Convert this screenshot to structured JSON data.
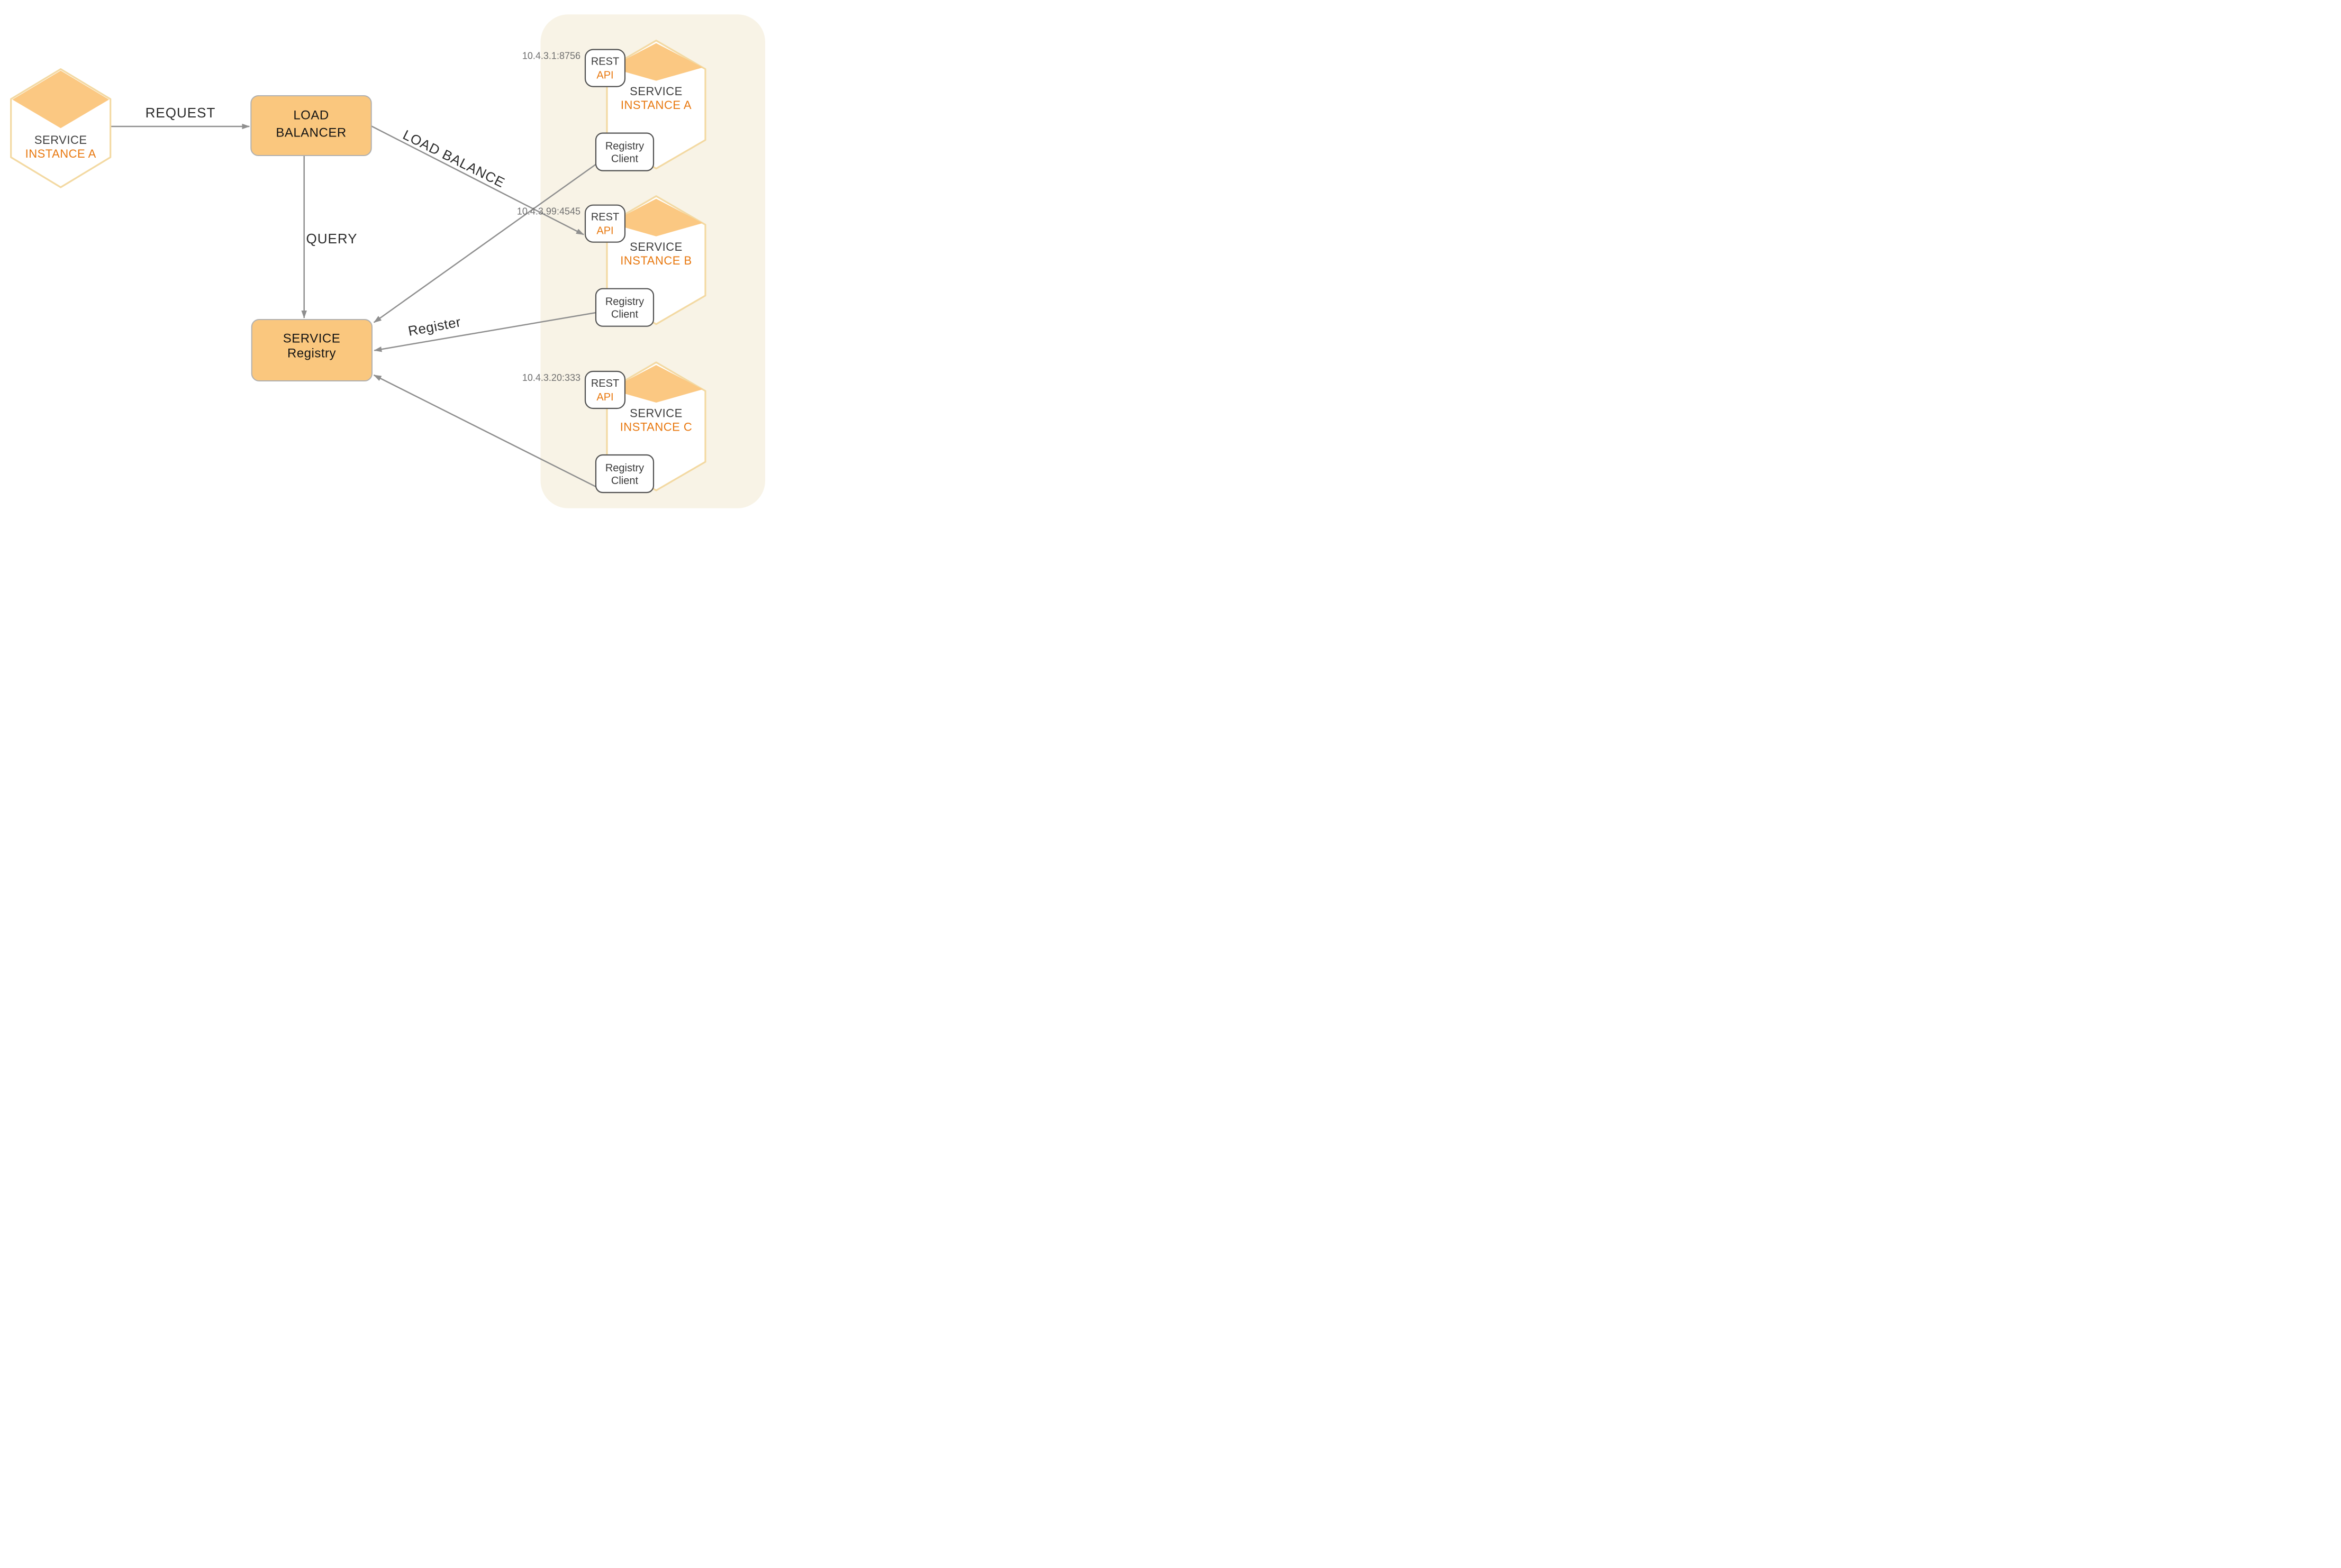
{
  "edge_labels": {
    "request": "REQUEST",
    "load_balance": "LOAD BALANCE",
    "query": "QUERY",
    "register": "Register"
  },
  "client_hexagon": {
    "line1": "SERVICE",
    "line2": "INSTANCE A"
  },
  "load_balancer": {
    "line1": "LOAD",
    "line2": "BALANCER"
  },
  "service_registry": {
    "line1": "SERVICE",
    "line2": "Registry"
  },
  "instances": [
    {
      "ip": "10.4.3.1:8756",
      "rest": {
        "line1": "REST",
        "line2": "API"
      },
      "registry_client": {
        "line1": "Registry",
        "line2": "Client"
      },
      "hexagon": {
        "line1": "SERVICE",
        "line2": "INSTANCE A"
      }
    },
    {
      "ip": "10.4.3.99:4545",
      "rest": {
        "line1": "REST",
        "line2": "API"
      },
      "registry_client": {
        "line1": "Registry",
        "line2": "Client"
      },
      "hexagon": {
        "line1": "SERVICE",
        "line2": "INSTANCE B"
      }
    },
    {
      "ip": "10.4.3.20:333",
      "rest": {
        "line1": "REST",
        "line2": "API"
      },
      "registry_client": {
        "line1": "Registry",
        "line2": "Client"
      },
      "hexagon": {
        "line1": "SERVICE",
        "line2": "INSTANCE C"
      }
    }
  ],
  "colors": {
    "node_fill": "#FAC77E",
    "hexagon_border": "#F3D9A2",
    "diamond_fill": "#FBC882",
    "panel_bg": "#F8F3E6",
    "arrow": "#8F8F8F",
    "accent_text": "#E8780F",
    "dark_text": "#3D3D3D",
    "big_box_border": "#B0B0B0",
    "small_box_border": "#515151",
    "ip_text": "#707070"
  }
}
